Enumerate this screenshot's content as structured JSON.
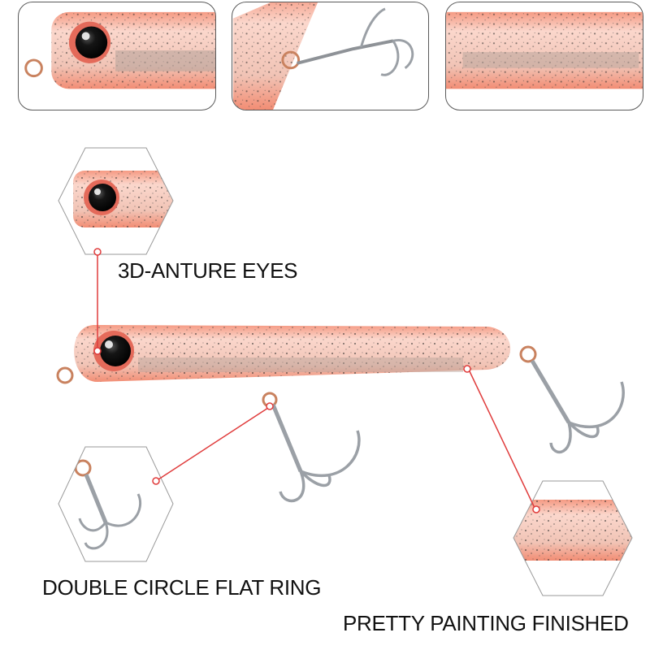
{
  "colors": {
    "body": "#f7a08a",
    "body_light": "#fbd2c4",
    "eye": "#1a1a1a",
    "hook": "#b5b8bd",
    "callout_line": "#e03c3c",
    "frame": "#5a5a5a"
  },
  "callouts": {
    "eyes": "3D-ANTURE EYES",
    "ring": "DOUBLE CIRCLE FLAT RING",
    "painting": "PRETTY PAINTING FINISHED"
  }
}
